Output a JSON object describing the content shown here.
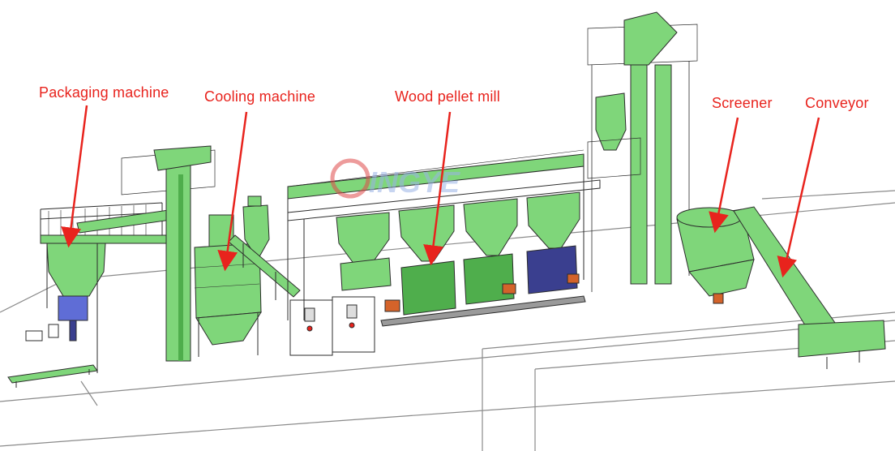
{
  "labels": {
    "packaging_machine": "Packaging machine",
    "cooling_machine": "Cooling machine",
    "wood_pellet_mill": "Wood pellet mill",
    "screener": "Screener",
    "conveyor": "Conveyor"
  },
  "colors": {
    "machine_green": "#7fd67a",
    "machine_green_dark": "#4fae4c",
    "outline": "#2c2c2c",
    "callout_red": "#e8231d",
    "floor_line": "#8a8a8a",
    "motor_navy": "#3a3f8f",
    "motor_orange": "#d4632a",
    "watermark_red": "#e04a4a"
  }
}
